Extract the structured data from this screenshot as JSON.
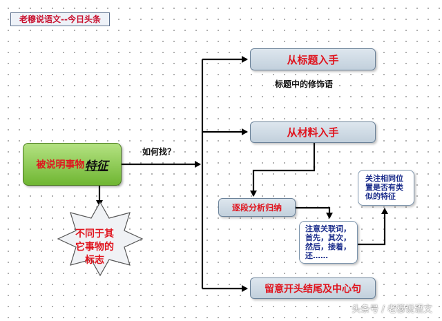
{
  "header": {
    "tag": "老穆说语文--今日头条"
  },
  "subject": {
    "text": "被说明事物",
    "emphasis": "特征"
  },
  "edge_label": "如何找？",
  "steps": {
    "from_title": "从标题入手",
    "title_hint": "标题中的修饰语",
    "from_material": "从材料入手",
    "segment_summary": "逐段分析归纳",
    "ending_center": "留意开头结尾及中心句"
  },
  "notes": {
    "connectives": [
      "注意关联词，",
      "首先，其次，",
      "然后，接着，",
      "还……"
    ],
    "position": [
      "关注相同位",
      "置是否有类",
      "似的特征"
    ]
  },
  "star": {
    "lines": [
      "不同于其",
      "它事物的",
      "标志"
    ]
  },
  "watermark": "头条号 / 老穆说语文",
  "colors": {
    "accent_red": "#e0141e",
    "subject_green": "#6fb632",
    "box_blue": "#c2d0dc",
    "note_text": "#1c2e8c"
  }
}
